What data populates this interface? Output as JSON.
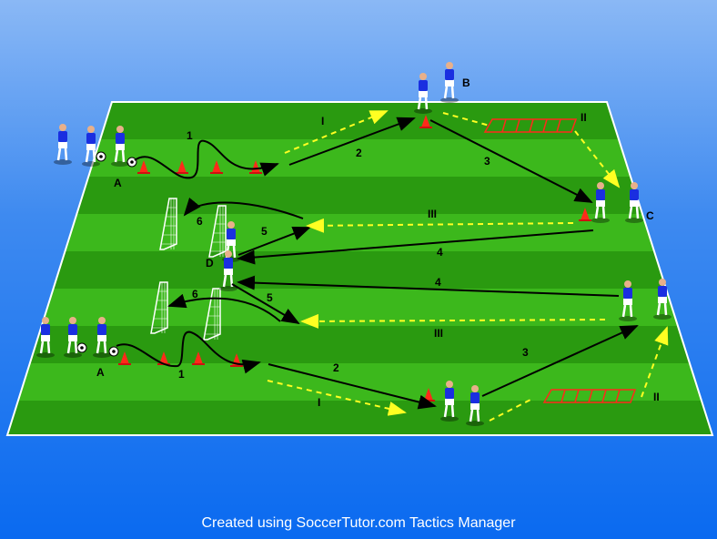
{
  "footer": "Created using SoccerTutor.com Tactics Manager",
  "colors": {
    "pitch_light": "#3cb81c",
    "pitch_dark": "#2a9a10",
    "run": "#000000",
    "pass": "#ffff22",
    "cone": "#ff2a1a",
    "shirt": "#1a2fe0"
  },
  "labels": {
    "groupA_top": "A",
    "groupA_bottom": "A",
    "groupB": "B",
    "groupC": "C",
    "groupD": "D",
    "n1_top": "1",
    "n2_top": "2",
    "n3_top": "3",
    "n4_top": "4",
    "n5_top": "5",
    "n6_top": "6",
    "n1_bot": "1",
    "n2_bot": "2",
    "n3_bot": "3",
    "n4_bot": "4",
    "n5_bot": "5",
    "n6_bot": "6",
    "r1_top": "I",
    "r2_top": "II",
    "r3_top": "III",
    "r1_bot": "I",
    "r2_bot": "II",
    "r3_bot": "III"
  }
}
